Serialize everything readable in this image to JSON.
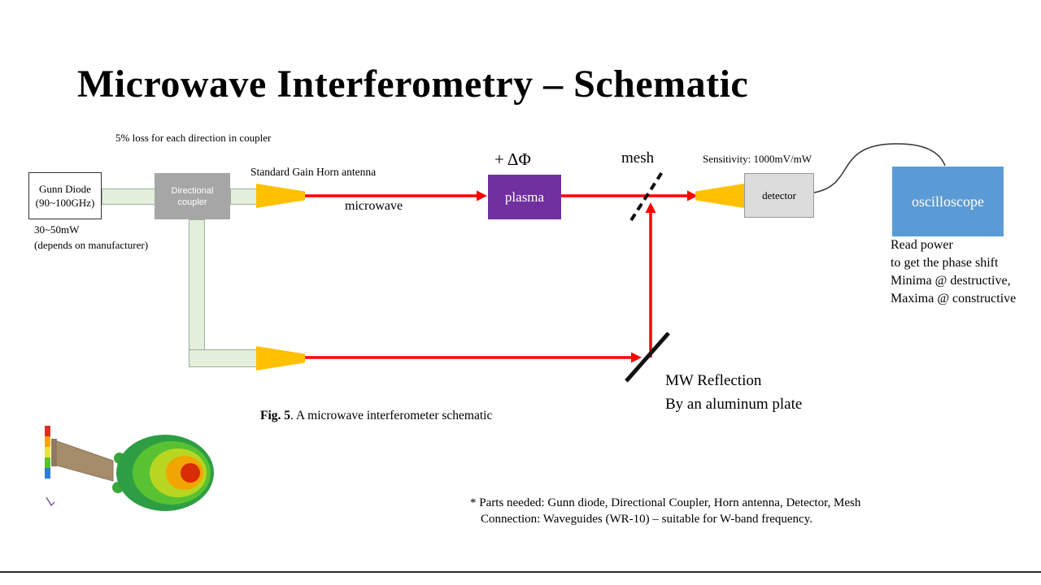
{
  "slide": {
    "title": "Microwave Interferometry – Schematic"
  },
  "labels": {
    "coupler_loss": "5% loss for each direction in coupler",
    "horn_antenna": "Standard Gain Horn antenna",
    "microwave_beam": "microwave",
    "phase_shift": "+ ΔΦ",
    "mesh": "mesh",
    "sensitivity": "Sensitivity: 1000mV/mW",
    "gunn_power": "30~50mW",
    "gunn_power_note": "(depends on manufacturer)"
  },
  "components": {
    "gunn_diode_line1": "Gunn Diode",
    "gunn_diode_line2": "(90~100GHz)",
    "coupler_line1": "Directional",
    "coupler_line2": "coupler",
    "plasma": "plasma",
    "detector": "detector",
    "oscilloscope": "oscilloscope"
  },
  "notes": {
    "readout_lines": [
      "Read power",
      "to get the phase shift",
      "Minima @ destructive,",
      "Maxima @ constructive"
    ],
    "reflection_lines": [
      "MW Reflection",
      "By an aluminum plate"
    ]
  },
  "caption": {
    "figure_label": "Fig. 5",
    "text": ". A microwave interferometer schematic"
  },
  "footnote": {
    "line1": "* Parts needed: Gunn diode, Directional Coupler, Horn antenna, Detector, Mesh",
    "line2": "Connection: Waveguides (WR-10) – suitable for W-band frequency."
  },
  "colors": {
    "waveguide": "#e2efda",
    "horn": "#ffc000",
    "coupler": "#a6a6a6",
    "plasma": "#7030a0",
    "detector": "#dcdcdc",
    "oscilloscope": "#5b9bd5",
    "beam": "#ff0000",
    "mesh": "#111111"
  }
}
